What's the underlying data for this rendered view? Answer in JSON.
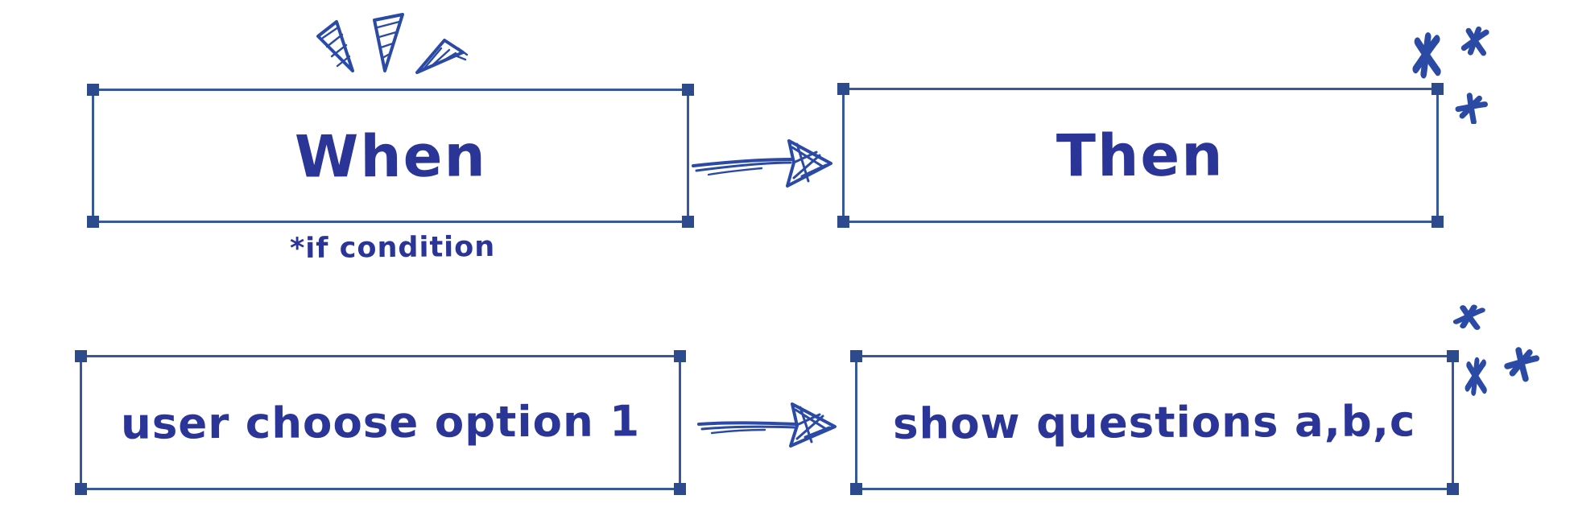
{
  "colors": {
    "canvas_bg": "#ffffff",
    "text_ink": "#2a3597",
    "doodle_ink": "#2b4aa6",
    "box_border": "#35599c",
    "handle": "#2c4a8c"
  },
  "nodes": [
    {
      "id": "when",
      "label": "When"
    },
    {
      "id": "then",
      "label": "Then"
    },
    {
      "id": "user_option",
      "label": "user choose option 1"
    },
    {
      "id": "show_questions",
      "label": "show questions a,b,c"
    }
  ],
  "annotations": {
    "condition_note": "*if condition"
  },
  "icons": {
    "emphasis_rays": "three-sketched-triangle-rays",
    "flow_arrow": "hand-drawn-right-arrow",
    "asterisk_cluster": "hand-drawn-asterisk-doodles"
  }
}
